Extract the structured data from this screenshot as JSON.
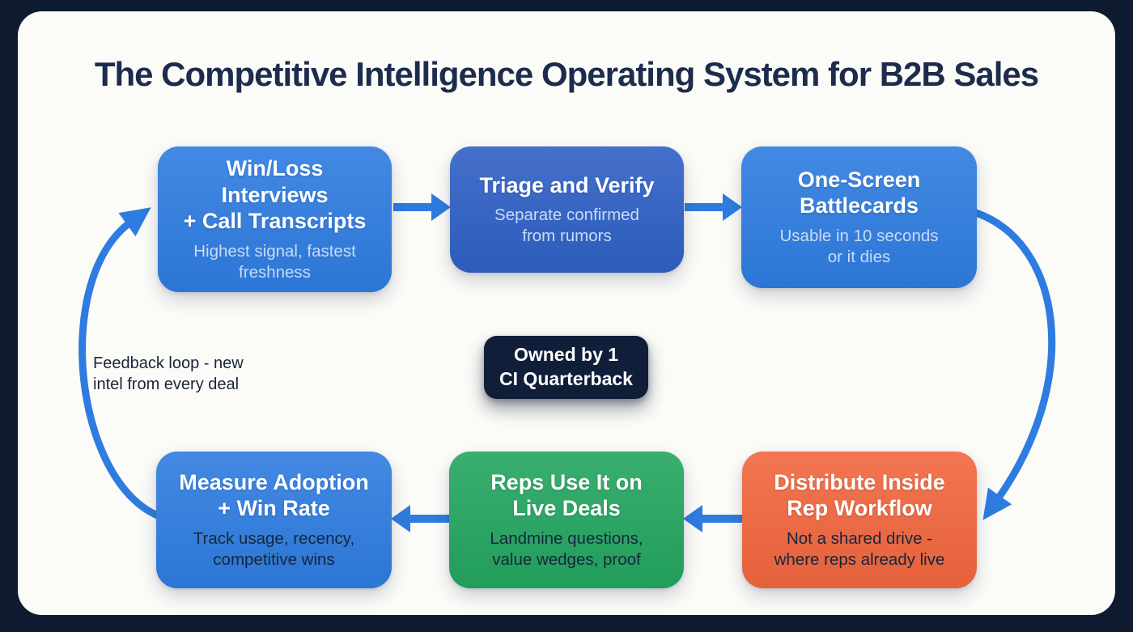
{
  "page": {
    "title": "The Competitive Intelligence Operating System for B2B Sales",
    "background_color": "#FBFBF8",
    "frame_color": "#0D1A30"
  },
  "colors": {
    "arrow": "#2E7CE0",
    "title_text": "#1D2B4C",
    "light_subtitle": "#C9DBF4",
    "dark_subtitle": "#17263E"
  },
  "flow": {
    "top_row": [
      {
        "title": "Win/Loss Interviews\n+ Call Transcripts",
        "subtitle": "Highest signal, fastest\nfreshness",
        "color": "#2E7CE0"
      },
      {
        "title": "Triage and Verify",
        "subtitle": "Separate confirmed\nfrom rumors",
        "color": "#2F60C5"
      },
      {
        "title": "One-Screen\nBattlecards",
        "subtitle": "Usable in 10 seconds\nor it dies",
        "color": "#2E7CE0"
      }
    ],
    "bottom_row": [
      {
        "title": "Measure Adoption\n+ Win Rate",
        "subtitle": "Track usage, recency,\ncompetitive wins",
        "color": "#2E7CE0"
      },
      {
        "title": "Reps Use It on\nLive Deals",
        "subtitle": "Landmine questions,\nvalue wedges, proof",
        "color": "#23A55F"
      },
      {
        "title": "Distribute Inside\nRep Workflow",
        "subtitle": "Not a shared drive -\nwhere reps already live",
        "color": "#F1663E"
      }
    ],
    "center_badge": {
      "label": "Owned by 1\nCI Quarterback",
      "color": "#101E39"
    },
    "feedback_note": "Feedback loop - new\nintel from every deal"
  }
}
